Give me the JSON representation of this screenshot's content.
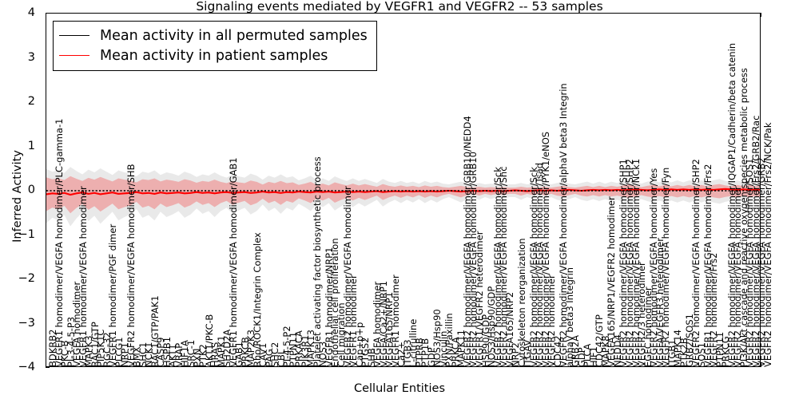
{
  "chart_data": {
    "type": "line",
    "title": "Signaling events mediated by VEGFR1 and VEGFR2 -- 53 samples",
    "xlabel": "Cellular Entities",
    "ylabel": "Inferred Activity",
    "ylim": [
      -4,
      4
    ],
    "yticks": [
      -4,
      -3,
      -2,
      -1,
      0,
      1,
      2,
      3,
      4
    ],
    "grid": false,
    "legend_position": "upper left",
    "legend": [
      {
        "label": "Mean activity in all permuted samples",
        "color": "#000000",
        "style": "dotted-line"
      },
      {
        "label": "Mean activity in patient samples",
        "color": "#ff0000",
        "style": "solid-line"
      }
    ],
    "band": {
      "color": "#f08080",
      "opacity": 0.55,
      "description": "permutation confidence interval around zero"
    },
    "categories": [
      "BDKRB2",
      "VEGFR1 homodimer/VEGFA homodimer/PLC-gamma-1",
      "PKC-B",
      "PI-3-4-5-P3",
      "VEGFA homodimer",
      "VEGFR1 homodimer/VEGFA homodimer",
      "MAPK3",
      "RAC1/GTP",
      "PIP5K1C",
      "RGC-32",
      "VEGFR1 homodimer/PGF dimer",
      "PLCG1",
      "NRP1",
      "VEGFR2 homodimer/VEGFA homodimer/SHB",
      "BMX",
      "SHC1",
      "NCK1",
      "RAC1/GTP/PAK1",
      "CASP9",
      "HSPB1",
      "AKT1",
      "VRAP",
      "HIF1A",
      "SRC-1",
      "PXN",
      "PTK2",
      "AKT1/PKC-B",
      "HRAS",
      "MAPK1",
      "SH2D2A",
      "VEGFR1 homodimer/VEGFA homodimer/GAB1",
      "GAB1",
      "PRKCB",
      "MAP2K3",
      "Rho/ROCK1/Integrin Complex",
      "CAV1",
      "PAG",
      "SHC2",
      "CBL",
      "PI-4-5-P2",
      "PTPN11",
      "PRKACA",
      "PIK3R1",
      "MAPK13",
      "Platelet activating factor biosynthetic process",
      "NOS3",
      "VEGFR1 homodimer/NRP1",
      "Endothelial cell proliferation",
      "Cell migration",
      "VEGFR2 homodimer/VEGFA homodimer",
      "VEGFR1 homodimer",
      "Cap+p+p",
      "PTGS2",
      "SHB",
      "VEGFA homodimer",
      "VEGFA/Ca2+/NRP1",
      "VEGFA165/NRP1",
      "VEGFR1 homodimer",
      "Ca2+",
      "ITGB3",
      "L-citrulline",
      "PTPRB",
      "PTP1B",
      "GDP",
      "NOS3/Hsp90",
      "Vinculin",
      "PXN/Paxillin",
      "PRKCA",
      "MAPK11",
      "VEGFR2 homodimer/VEGFA homodimer/GRB10/NEDD4",
      "VEGFR2 homodimer/VEGFA homodimer/GRB10",
      "VEGFR1/VEGFR2 heterodimer",
      "HSP90/GDP",
      "NOS3/Hsp90/GDP",
      "VEGFR2 homodimer/VEGFA homodimer/Sck",
      "VEGFR2 homodimer/VEGFA homodimer/Shc",
      "VEGFA165/NRP2",
      "NRP2",
      "Cytoskeleton reorganization",
      "ITGAV",
      "VEGFR2 homodimer/VEGFA homodimer/Sck",
      "VEGFR2 homodimer/VEGFA homodimer/Tsad",
      "VEGFR2 homodimer/VEGFA homodimer/PYK1/eNOS",
      "VEGFR2 homodimer",
      "CDC42",
      "VEGFR2 homodimer/VEGFA homodimer/alphaV beta3 Integrin",
      "alphaV beta3 Integrin",
      "GRB2A",
      "GDP",
      "PLCA",
      "HIF1",
      "CDC42/GTP",
      "MAPK8",
      "VEGFA165/NRP1/VEGFR2 homodimer",
      "NEDD4",
      "VEGFR2 homodimer/VEGFA homodimer/SHP1",
      "VEGFR2 homodimer/VEGFA homodimer/SHP2",
      "VEGFR2 homodimer/VEGFA homodimer/NCk1",
      "VEGFR2/3 heterodimer",
      "EGFC homodimer",
      "VEGFR2 homodimer/VEGFA homodimer/Yes",
      "VEGFA/VEGFR3 heterodimer",
      "VEGFR2 homodimer/VEGFA homodimer/Fyn",
      "ITGB1",
      "MAPK14",
      "PTK2B",
      "GRB2/SOS1",
      "VEGFR2 homodimer/VEGFA homodimer/SHP2",
      "SOS1",
      "VEGFR1 homodimer/VEGFA homodimer/Frs2",
      "VEGFR2 homodimer/Frs2",
      "PTPN11",
      "PRKCG",
      "VEGFR2 homodimer/VEGFA homodimer/IQGAP1/Cadherin/beta catenin",
      "VEGFR2 homodimer/VEGFA homodimer",
      "PI3K/Akt cascade and reactive oxygen species metabolic process",
      "VEGFR2 homodimer/VEGFA homodimer/SOS1",
      "VEGFR2 homodimer/VEGFA homodimer/Frs2/GRB2/Rac",
      "VEGFR2 homodimer/VEGFA homodimer/GRB2",
      "VEGFR2 homodimer/VEGFA homodimer/Frs2/NCK/Pak"
    ],
    "series": [
      {
        "name": "Mean activity in all permuted samples",
        "color": "#000000",
        "values": [
          0.0,
          0.0,
          0.0,
          0.0,
          0.0,
          0.0,
          0.0,
          0.0,
          0.0,
          0.0,
          0.0,
          0.0,
          0.0,
          0.0,
          0.0,
          0.0,
          0.0,
          0.0,
          0.0,
          0.0,
          0.0,
          0.0,
          0.0,
          0.0,
          0.0,
          0.0,
          0.0,
          0.0,
          0.0,
          0.0,
          0.0,
          0.0,
          0.0,
          0.0,
          0.0,
          0.0,
          0.0,
          0.0,
          0.0,
          0.0,
          0.0,
          0.0,
          0.0,
          0.0,
          0.0,
          0.0,
          0.0,
          0.0,
          0.0,
          0.0,
          0.0,
          0.0,
          0.0,
          0.0,
          0.0,
          0.0,
          0.0,
          0.0,
          0.0,
          0.0,
          0.0,
          0.0,
          0.0,
          0.0,
          0.0,
          0.0,
          0.0,
          0.0,
          0.0,
          0.0,
          0.0,
          0.0,
          0.0,
          0.0,
          0.0,
          0.0,
          0.0,
          0.0,
          0.0,
          0.0,
          0.0,
          0.0,
          0.0,
          0.0,
          0.0,
          0.0,
          0.0,
          0.0,
          0.0,
          0.0,
          0.0,
          0.0,
          0.0,
          0.0,
          0.0,
          0.0,
          0.0,
          0.0,
          0.0,
          0.0,
          0.0,
          0.0,
          0.0,
          0.0,
          0.0,
          0.0,
          0.0,
          0.0,
          0.0,
          0.0,
          0.0,
          0.0,
          0.0,
          0.0,
          0.0,
          0.0,
          0.0,
          0.0,
          0.0,
          0.0
        ]
      },
      {
        "name": "Mean activity in patient samples",
        "color": "#ff0000",
        "values": [
          -0.08,
          -0.06,
          -0.07,
          -0.05,
          -0.09,
          -0.06,
          -0.04,
          -0.07,
          -0.05,
          -0.08,
          -0.06,
          -0.04,
          -0.07,
          -0.06,
          -0.05,
          -0.03,
          -0.06,
          -0.05,
          -0.07,
          -0.04,
          -0.06,
          -0.05,
          -0.04,
          -0.06,
          -0.05,
          -0.03,
          -0.05,
          -0.04,
          -0.06,
          -0.04,
          -0.03,
          -0.05,
          -0.04,
          -0.03,
          -0.05,
          -0.04,
          -0.02,
          -0.04,
          -0.03,
          -0.05,
          -0.03,
          -0.04,
          -0.02,
          -0.03,
          -0.04,
          -0.02,
          -0.03,
          -0.02,
          -0.04,
          -0.03,
          -0.02,
          -0.03,
          -0.02,
          -0.03,
          -0.02,
          -0.01,
          -0.03,
          -0.02,
          -0.01,
          -0.02,
          -0.01,
          -0.02,
          -0.01,
          -0.02,
          -0.01,
          -0.02,
          -0.01,
          0.0,
          -0.01,
          -0.02,
          -0.01,
          0.0,
          -0.01,
          0.0,
          -0.01,
          0.0,
          -0.01,
          0.0,
          0.01,
          0.0,
          -0.01,
          0.0,
          0.01,
          0.0,
          0.01,
          0.0,
          0.01,
          0.02,
          0.01,
          0.0,
          0.01,
          0.02,
          0.01,
          0.02,
          0.01,
          0.02,
          0.01,
          0.02,
          0.03,
          0.02,
          0.01,
          0.02,
          0.03,
          0.02,
          0.03,
          0.02,
          0.03,
          0.02,
          0.03,
          0.02,
          0.03,
          0.02,
          0.03,
          0.04,
          0.03,
          0.02,
          0.03,
          0.02,
          0.03,
          0.02,
          0.03
        ]
      }
    ],
    "band_upper": [
      0.3,
      0.26,
      0.28,
      0.24,
      0.33,
      0.27,
      0.22,
      0.29,
      0.25,
      0.31,
      0.26,
      0.21,
      0.28,
      0.25,
      0.23,
      0.19,
      0.26,
      0.24,
      0.28,
      0.21,
      0.25,
      0.23,
      0.2,
      0.26,
      0.23,
      0.18,
      0.22,
      0.2,
      0.25,
      0.2,
      0.17,
      0.22,
      0.19,
      0.17,
      0.23,
      0.2,
      0.14,
      0.2,
      0.17,
      0.22,
      0.17,
      0.19,
      0.13,
      0.16,
      0.2,
      0.13,
      0.16,
      0.12,
      0.19,
      0.15,
      0.12,
      0.16,
      0.12,
      0.15,
      0.12,
      0.09,
      0.15,
      0.11,
      0.09,
      0.12,
      0.09,
      0.11,
      0.08,
      0.12,
      0.09,
      0.11,
      0.08,
      0.07,
      0.09,
      0.11,
      0.08,
      0.07,
      0.09,
      0.07,
      0.08,
      0.07,
      0.08,
      0.07,
      0.07,
      0.09,
      0.07,
      0.08,
      0.07,
      0.09,
      0.07,
      0.09,
      0.11,
      0.08,
      0.07,
      0.09,
      0.11,
      0.08,
      0.11,
      0.08,
      0.11,
      0.09,
      0.12,
      0.14,
      0.11,
      0.08,
      0.11,
      0.13,
      0.1,
      0.13,
      0.1,
      0.13,
      0.1,
      0.13,
      0.1,
      0.13,
      0.1,
      0.13,
      0.15,
      0.12,
      0.1,
      0.13,
      0.1,
      0.13,
      0.1,
      0.13
    ],
    "band_lower": [
      -0.46,
      -0.38,
      -0.42,
      -0.34,
      -0.51,
      -0.39,
      -0.3,
      -0.43,
      -0.35,
      -0.47,
      -0.38,
      -0.29,
      -0.42,
      -0.37,
      -0.33,
      -0.25,
      -0.38,
      -0.34,
      -0.42,
      -0.29,
      -0.37,
      -0.33,
      -0.28,
      -0.38,
      -0.33,
      -0.24,
      -0.32,
      -0.28,
      -0.37,
      -0.28,
      -0.23,
      -0.32,
      -0.27,
      -0.23,
      -0.33,
      -0.28,
      -0.18,
      -0.28,
      -0.23,
      -0.32,
      -0.23,
      -0.27,
      -0.17,
      -0.22,
      -0.28,
      -0.17,
      -0.22,
      -0.16,
      -0.27,
      -0.21,
      -0.16,
      -0.22,
      -0.16,
      -0.21,
      -0.16,
      -0.11,
      -0.21,
      -0.15,
      -0.11,
      -0.16,
      -0.11,
      -0.15,
      -0.1,
      -0.16,
      -0.11,
      -0.15,
      -0.1,
      -0.07,
      -0.11,
      -0.15,
      -0.1,
      -0.07,
      -0.11,
      -0.07,
      -0.1,
      -0.07,
      -0.1,
      -0.07,
      -0.07,
      -0.11,
      -0.07,
      -0.1,
      -0.07,
      -0.11,
      -0.07,
      -0.11,
      -0.13,
      -0.1,
      -0.07,
      -0.11,
      -0.13,
      -0.1,
      -0.13,
      -0.1,
      -0.13,
      -0.11,
      -0.14,
      -0.16,
      -0.13,
      -0.1,
      -0.13,
      -0.15,
      -0.12,
      -0.15,
      -0.12,
      -0.15,
      -0.12,
      -0.15,
      -0.12,
      -0.15,
      -0.12,
      -0.15,
      -0.17,
      -0.14,
      -0.12,
      -0.15,
      -0.12,
      -0.15,
      -0.12,
      -0.15
    ]
  }
}
